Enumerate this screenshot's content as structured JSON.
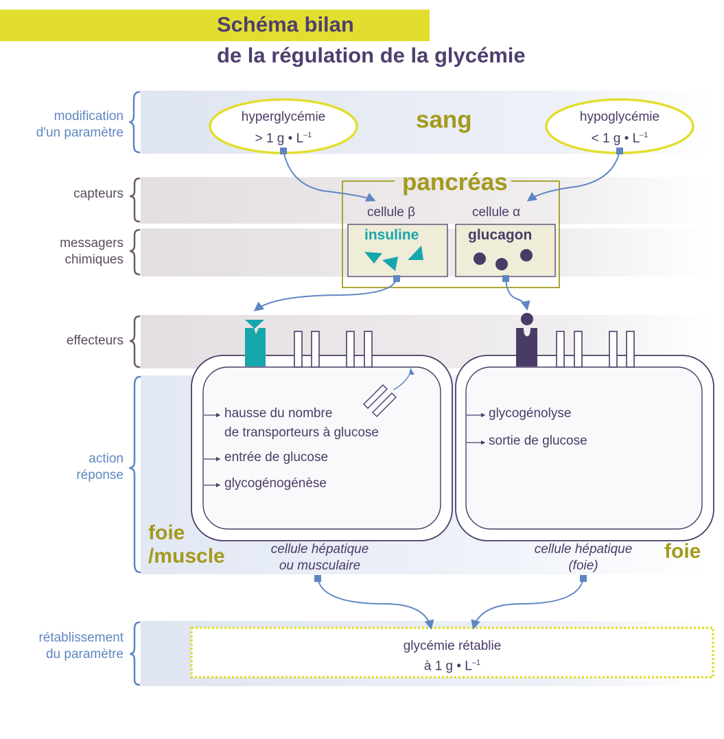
{
  "title": {
    "line1": "Schéma bilan",
    "line2": "de la régulation de la glycémie"
  },
  "rows": {
    "modification_line1": "modification",
    "modification_line2": "d'un paramètre",
    "capteurs": "capteurs",
    "messagers_line1": "messagers",
    "messagers_line2": "chimiques",
    "effecteurs": "effecteurs",
    "action_line1": "action",
    "action_line2": "réponse",
    "retablissement_line1": "rétablissement",
    "retablissement_line2": "du paramètre"
  },
  "sang": {
    "label": "sang",
    "hyper_line1": "hyperglycémie",
    "hyper_line2": "> 1 g • L",
    "hypo_line1": "hypoglycémie",
    "hypo_line2": "< 1 g • L",
    "exponent": "–1"
  },
  "pancreas": {
    "label": "pancréas",
    "cell_beta": "cellule β",
    "cell_alpha": "cellule α",
    "insuline": "insuline",
    "glucagon": "glucagon"
  },
  "left_cell": {
    "actions": [
      "hausse du nombre",
      "de transporteurs à glucose",
      "entrée de glucose",
      "glycogénogénèse"
    ],
    "organ_line1": "foie",
    "organ_line2": "/muscle",
    "caption_line1": "cellule hépatique",
    "caption_line2": "ou musculaire"
  },
  "right_cell": {
    "actions": [
      "glycogénolyse",
      "sortie de glucose"
    ],
    "organ": "foie",
    "caption_line1": "cellule hépatique",
    "caption_line2": "(foie)"
  },
  "result": {
    "line1": "glycémie rétablie",
    "line2": "à 1 g • L",
    "exponent": "–1"
  },
  "colors": {
    "title_bar": "#e2de2f",
    "title_text": "#4e3f6e",
    "olive": "#a39a1c",
    "blue_label": "#5f86c2",
    "insuline": "#17a6ac",
    "glucagon": "#4a3b66",
    "cell_border": "#4a3b66",
    "ellipse_border": "#e2de2f"
  }
}
